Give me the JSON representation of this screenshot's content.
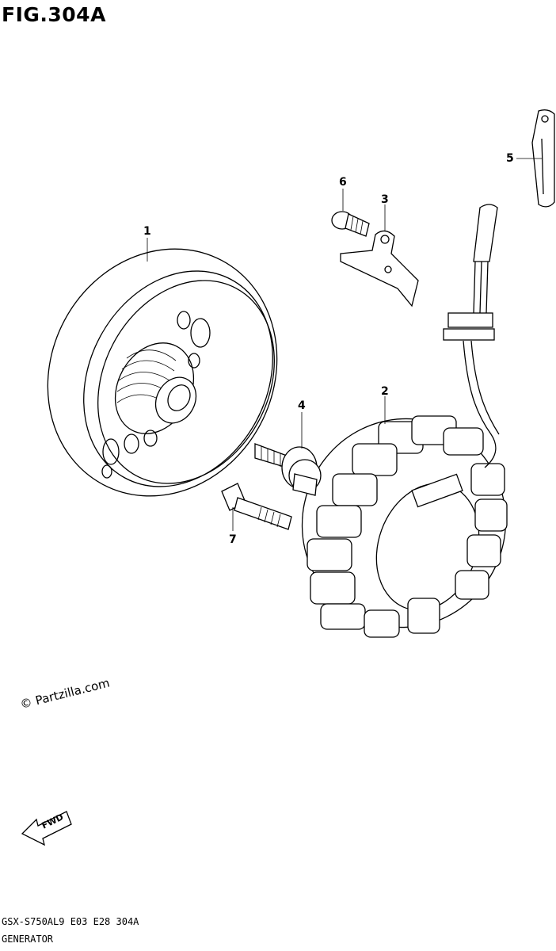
{
  "figure": {
    "title": "FIG.304A"
  },
  "callouts": [
    {
      "id": "1",
      "label": "1"
    },
    {
      "id": "2",
      "label": "2"
    },
    {
      "id": "3",
      "label": "3"
    },
    {
      "id": "4",
      "label": "4"
    },
    {
      "id": "5",
      "label": "5"
    },
    {
      "id": "6",
      "label": "6"
    },
    {
      "id": "7",
      "label": "7"
    }
  ],
  "watermark": "© Partzilla.com",
  "fwd_arrow": {
    "label": "FWD"
  },
  "footer": {
    "code": "GSX-S750AL9  E03  E28  304A",
    "name": "GENERATOR"
  },
  "icons": [
    "fwd-arrow-icon"
  ]
}
